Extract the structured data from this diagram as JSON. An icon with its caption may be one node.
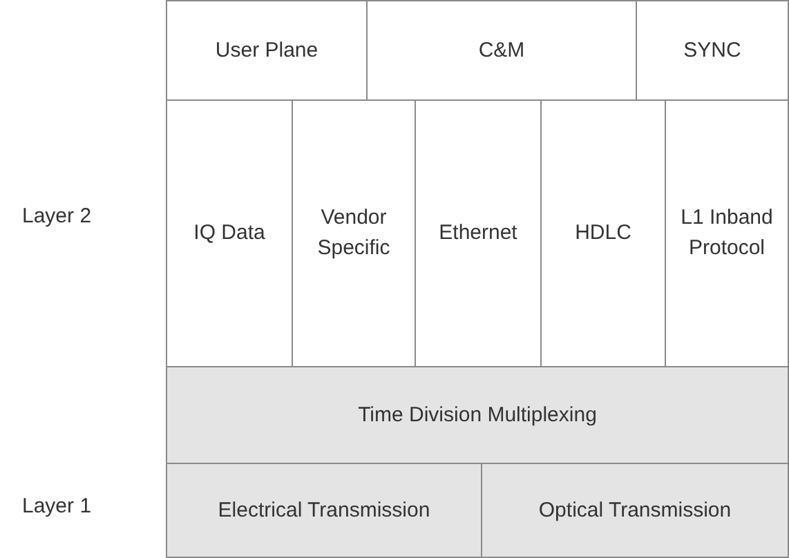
{
  "diagram": {
    "nodes": [
      {
        "text": [
          "User Plane"
        ]
      },
      {
        "text": [
          "C&M"
        ]
      },
      {
        "text": [
          "SYNC"
        ]
      },
      {
        "text": [
          "IQ Data"
        ]
      },
      {
        "text": [
          "Vendor Specific"
        ]
      },
      {
        "text": [
          "Ethernet"
        ]
      },
      {
        "text": [
          "HDLC"
        ]
      },
      {
        "text": [
          "L1 Inband Protocol"
        ]
      },
      {
        "text": [
          "Time Division Multiplexing"
        ]
      },
      {
        "text": [
          "Electrical Transmission"
        ]
      },
      {
        "text": [
          "Optical Transmission"
        ]
      }
    ],
    "labels": [
      "Layer 2",
      "Layer 1"
    ]
  }
}
